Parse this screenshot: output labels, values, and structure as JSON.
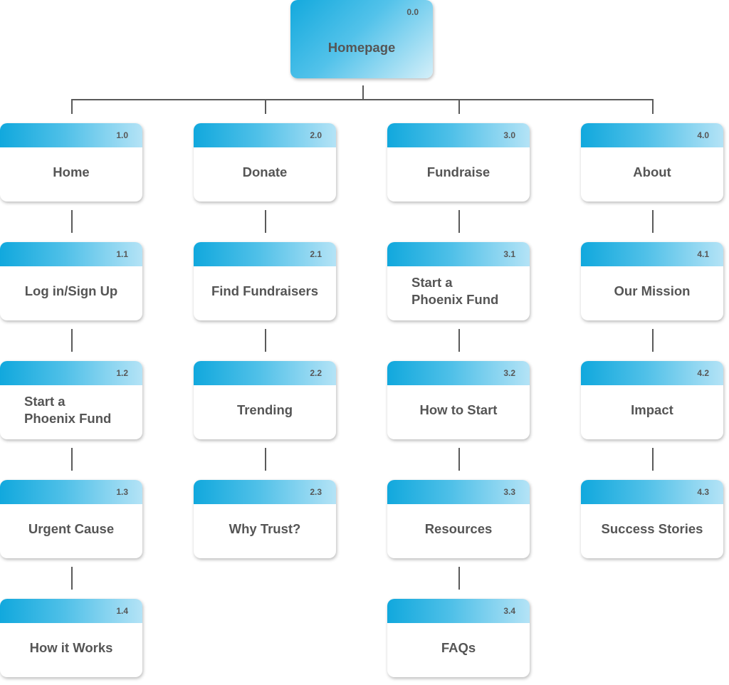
{
  "colors": {
    "connector": "#5a5a5a",
    "text": "#555555",
    "accent_start": "#11a8dd",
    "accent_end": "#b4e3f6"
  },
  "root": {
    "number": "0.0",
    "label": "Homepage"
  },
  "columns": [
    {
      "nodes": [
        {
          "number": "1.0",
          "label": "Home"
        },
        {
          "number": "1.1",
          "label": "Log in/Sign Up"
        },
        {
          "number": "1.2",
          "label": "Start a\nPhoenix Fund"
        },
        {
          "number": "1.3",
          "label": "Urgent Cause"
        },
        {
          "number": "1.4",
          "label": "How it Works"
        }
      ]
    },
    {
      "nodes": [
        {
          "number": "2.0",
          "label": "Donate"
        },
        {
          "number": "2.1",
          "label": "Find Fundraisers"
        },
        {
          "number": "2.2",
          "label": "Trending"
        },
        {
          "number": "2.3",
          "label": "Why Trust?"
        }
      ]
    },
    {
      "nodes": [
        {
          "number": "3.0",
          "label": "Fundraise"
        },
        {
          "number": "3.1",
          "label": "Start a\nPhoenix Fund"
        },
        {
          "number": "3.2",
          "label": "How to Start"
        },
        {
          "number": "3.3",
          "label": "Resources"
        },
        {
          "number": "3.4",
          "label": "FAQs"
        }
      ]
    },
    {
      "nodes": [
        {
          "number": "4.0",
          "label": "About"
        },
        {
          "number": "4.1",
          "label": "Our Mission"
        },
        {
          "number": "4.2",
          "label": "Impact"
        },
        {
          "number": "4.3",
          "label": "Success Stories"
        }
      ]
    }
  ]
}
